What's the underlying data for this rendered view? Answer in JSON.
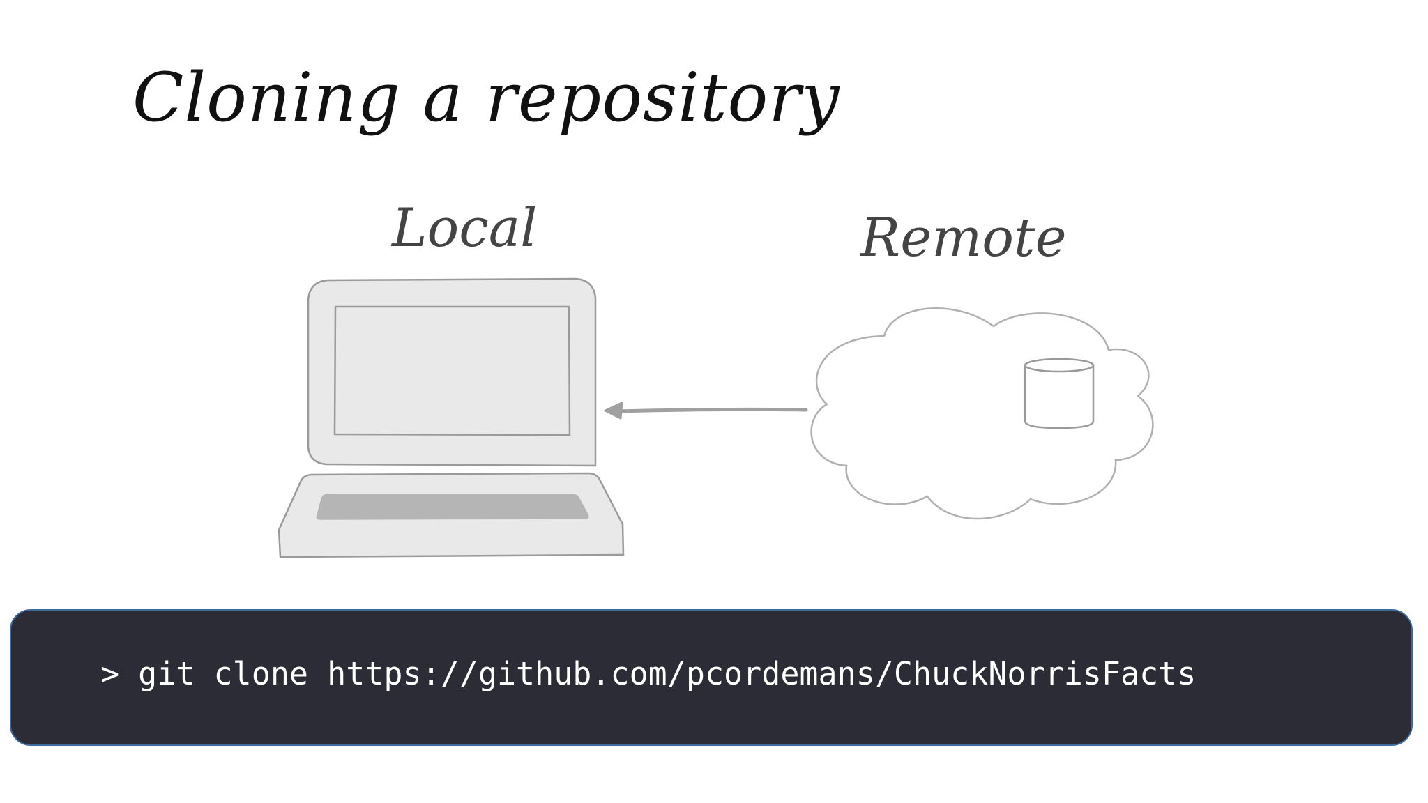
{
  "slide": {
    "title": "Cloning a repository",
    "local_label": "Local",
    "remote_label": "Remote"
  },
  "terminal": {
    "command": "> git clone https://github.com/pcordemans/ChuckNorrisFacts"
  },
  "colors": {
    "background": "#ffffff",
    "title_text": "#111111",
    "label_text": "#444444",
    "icon_fill": "#e9e9e9",
    "icon_stroke": "#9a9a9a",
    "keyboard_fill": "#b5b5b5",
    "arrow": "#a0a0a0",
    "terminal_bg": "#2b2c35",
    "terminal_border": "#3d6b9e",
    "terminal_text": "#ffffff"
  },
  "icons": [
    "laptop-icon",
    "cloud-icon",
    "database-icon",
    "arrow-left-icon"
  ]
}
